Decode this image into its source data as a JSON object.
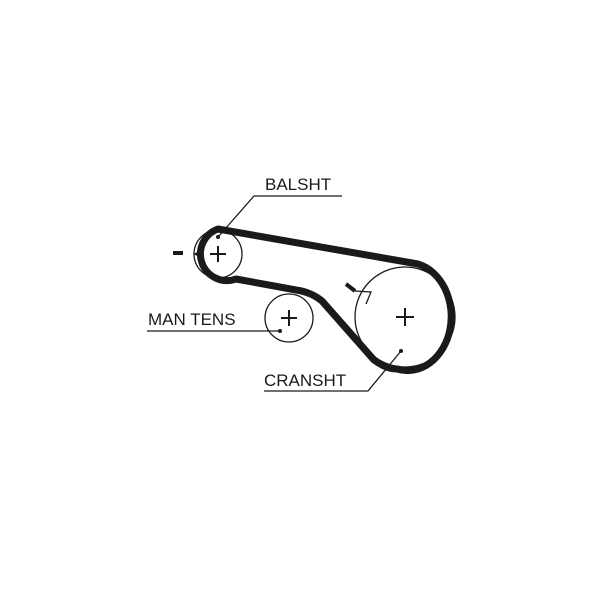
{
  "diagram": {
    "labels": {
      "balance_shaft": "BALSHT",
      "manual_tensioner": "MAN TENS",
      "crankshaft": "CRANSHT"
    },
    "rotation_marks": [
      "-",
      "-"
    ],
    "colors": {
      "line": "#1a1a1a",
      "background": "#ffffff"
    }
  }
}
